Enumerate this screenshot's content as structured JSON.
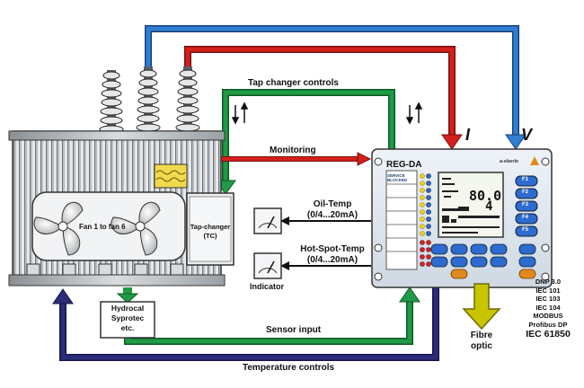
{
  "labels": {
    "tap_changer_controls": "Tap changer controls",
    "monitoring": "Monitoring",
    "reg_da": "REG-DA",
    "current_symbol": "I",
    "voltage_symbol": "V",
    "oil_temp": "Oil-Temp",
    "oil_temp_range": "(0/4...20mA)",
    "hot_spot_temp": "Hot-Spot-Temp",
    "hot_spot_range": "(0/4...20mA)",
    "indicator": "Indicator",
    "fan_label": "Fan 1 to fan 6",
    "tap_changer": "Tap-changer",
    "tap_changer_abbr": "(TC)",
    "hydrocal": "Hydrocal",
    "syprotec": "Syprotec",
    "etc": "etc.",
    "sensor_input": "Sensor input",
    "temperature_controls": "Temperature controls",
    "fibre": "Fibre",
    "optic": "optic",
    "brand": "a-eberle",
    "panel_text": "SERVICE BLOCKED",
    "display_value_1": "80.0",
    "display_value_2": "4"
  },
  "protocols": [
    "DNP 3.0",
    "IEC 101",
    "IEC 103",
    "IEC 104",
    "MODBUS",
    "Profibus DP"
  ],
  "protocol_main": "IEC 61850",
  "function_keys": [
    "F1",
    "F2",
    "F3",
    "F4",
    "F5"
  ],
  "colors": {
    "blue_line": "#2f7fd4",
    "red_line": "#d4201c",
    "green_line": "#1f9a45",
    "navy_line": "#2b2d7a",
    "fibre_arrow": "#c8c400"
  }
}
